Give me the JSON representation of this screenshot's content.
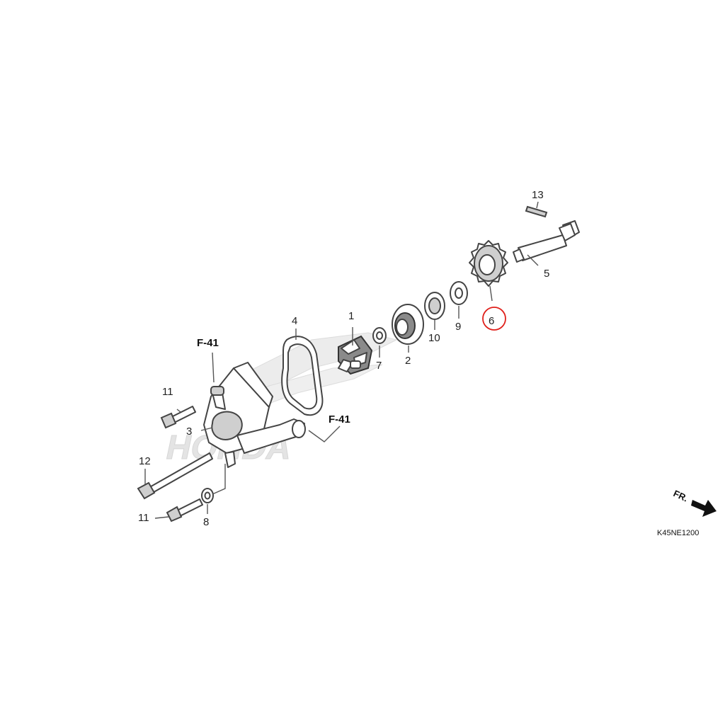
{
  "diagram": {
    "watermark_text": "HONDA",
    "catalog_code": "K45NE1200",
    "direction_label": "FR.",
    "reference_labels": [
      "F-41",
      "F-41"
    ],
    "callouts": {
      "p1": "1",
      "p2": "2",
      "p3": "3",
      "p4": "4",
      "p5": "5",
      "p6": "6",
      "p7": "7",
      "p8": "8",
      "p9": "9",
      "p10": "10",
      "p11a": "11",
      "p11b": "11",
      "p12": "12",
      "p13": "13"
    },
    "highlight": {
      "part": "6",
      "color": "#e0201b"
    }
  }
}
